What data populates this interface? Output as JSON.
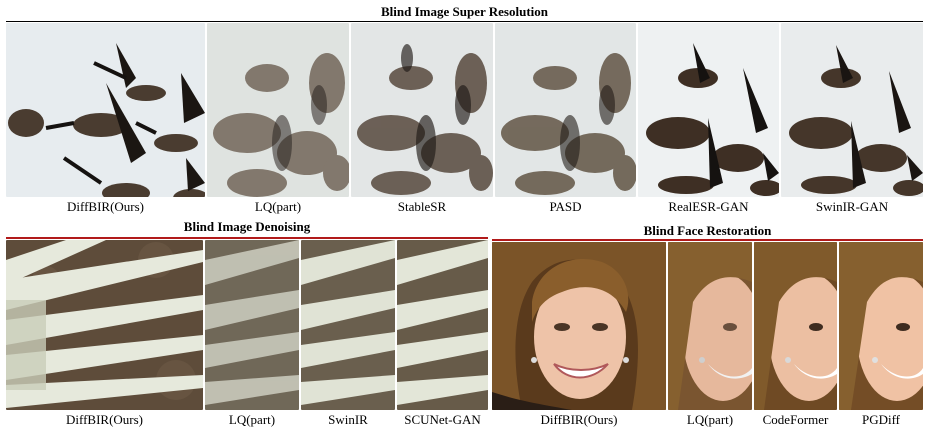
{
  "sections": {
    "sr": {
      "title": "Blind Image Super Resolution",
      "captions": [
        "DiffBIR(Ours)",
        "LQ(part)",
        "StableSR",
        "PASD",
        "RealESR-GAN",
        "SwinIR-GAN"
      ]
    },
    "denoise": {
      "title": "Blind Image Denoising",
      "captions": [
        "DiffBIR(Ours)",
        "LQ(part)",
        "SwinIR",
        "SCUNet-GAN"
      ]
    },
    "face": {
      "title": "Blind Face Restoration",
      "captions": [
        "DiffBIR(Ours)",
        "LQ(part)",
        "CodeFormer",
        "PGDiff"
      ]
    }
  },
  "colors": {
    "section_rule": "#000000",
    "bottom_rule": "#b11a1a",
    "sky": "#e6ebee",
    "goose_body": "#4a3c30",
    "goose_neck": "#151210",
    "feather": "#e9ece4",
    "ground": "#5f4d3b",
    "hair": "#6b4a22",
    "skin": "#eec3a8"
  }
}
